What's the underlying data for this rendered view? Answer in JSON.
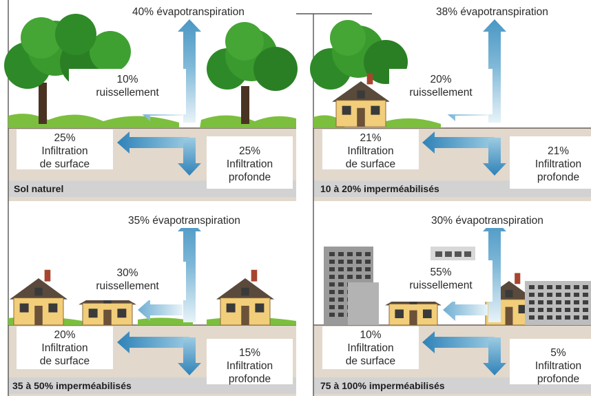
{
  "colors": {
    "arrow_blue": "#3f8fbf",
    "arrow_light": "#d7ebf4",
    "ground": "#e2d8cc",
    "caption_band": "#d2d2d2",
    "grass": "#7cbf3e",
    "tree_green": "#2f8a26",
    "house_wall": "#f2ce7a",
    "roof": "#5a4a3c",
    "building_grey": "#8d8d8d"
  },
  "panels": [
    {
      "evapotranspiration": "40% évapotranspiration",
      "runoff": {
        "percent": "10%",
        "label": "ruissellement"
      },
      "surface_infiltration": {
        "percent": "25%",
        "line1": "Infiltration",
        "line2": "de surface"
      },
      "deep_infiltration": {
        "percent": "25%",
        "line1": "Infiltration",
        "line2": "profonde"
      },
      "caption": "Sol naturel"
    },
    {
      "evapotranspiration": "38% évapotranspiration",
      "runoff": {
        "percent": "20%",
        "label": "ruissellement"
      },
      "surface_infiltration": {
        "percent": "21%",
        "line1": "Infiltration",
        "line2": "de surface"
      },
      "deep_infiltration": {
        "percent": "21%",
        "line1": "Infiltration",
        "line2": "profonde"
      },
      "caption": "10 à 20% imperméabilisés"
    },
    {
      "evapotranspiration": "35% évapotranspiration",
      "runoff": {
        "percent": "30%",
        "label": "ruissellement"
      },
      "surface_infiltration": {
        "percent": "20%",
        "line1": "Infiltration",
        "line2": "de surface"
      },
      "deep_infiltration": {
        "percent": "15%",
        "line1": "Infiltration",
        "line2": "profonde"
      },
      "caption": "35 à 50% imperméabilisés"
    },
    {
      "evapotranspiration": "30% évapotranspiration",
      "runoff": {
        "percent": "55%",
        "label": "ruissellement"
      },
      "surface_infiltration": {
        "percent": "10%",
        "line1": "Infiltration",
        "line2": "de surface"
      },
      "deep_infiltration": {
        "percent": "5%",
        "line1": "Infiltration",
        "line2": "profonde"
      },
      "caption": "75 à 100% imperméabilisés"
    }
  ]
}
